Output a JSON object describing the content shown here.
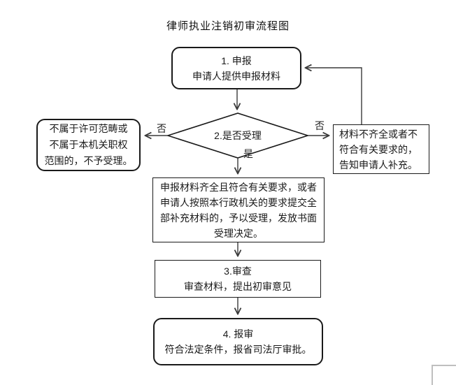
{
  "title": "律师执业注销初审流程图",
  "flowchart": {
    "step1": {
      "line1": "1.  申报",
      "line2": "申请人提供申报材料"
    },
    "decision": {
      "label": "2.是否受理",
      "no_label": "否",
      "yes_label": "是"
    },
    "reject_box": {
      "line1": "不属于许可范畴或",
      "line2": "不属于本机关职权",
      "line3": "范围的，不予受理。"
    },
    "supplement_box": {
      "line1": "材料不齐全或者不",
      "line2": "符合有关要求的，",
      "line3": "告知申请人补充。"
    },
    "accept_box": {
      "line1": "申报材料齐全且符合有关要求，或者",
      "line2": "申请人按照本行政机关的要求提交全",
      "line3": "部补充材料的，予以受理，发放书面",
      "line4": "受理决定。"
    },
    "review_box": {
      "line1": "3.审查",
      "line2": "审查材料，提出初审意见"
    },
    "final_box": {
      "line1": "4.  报审",
      "line2": "符合法定条件，报省司法厅审批。"
    }
  },
  "colors": {
    "box_stroke": "#1a1a1a",
    "connector_stroke": "#3a3a3a",
    "background": "#ffffff",
    "corner_mark": "#bfbfbf"
  }
}
